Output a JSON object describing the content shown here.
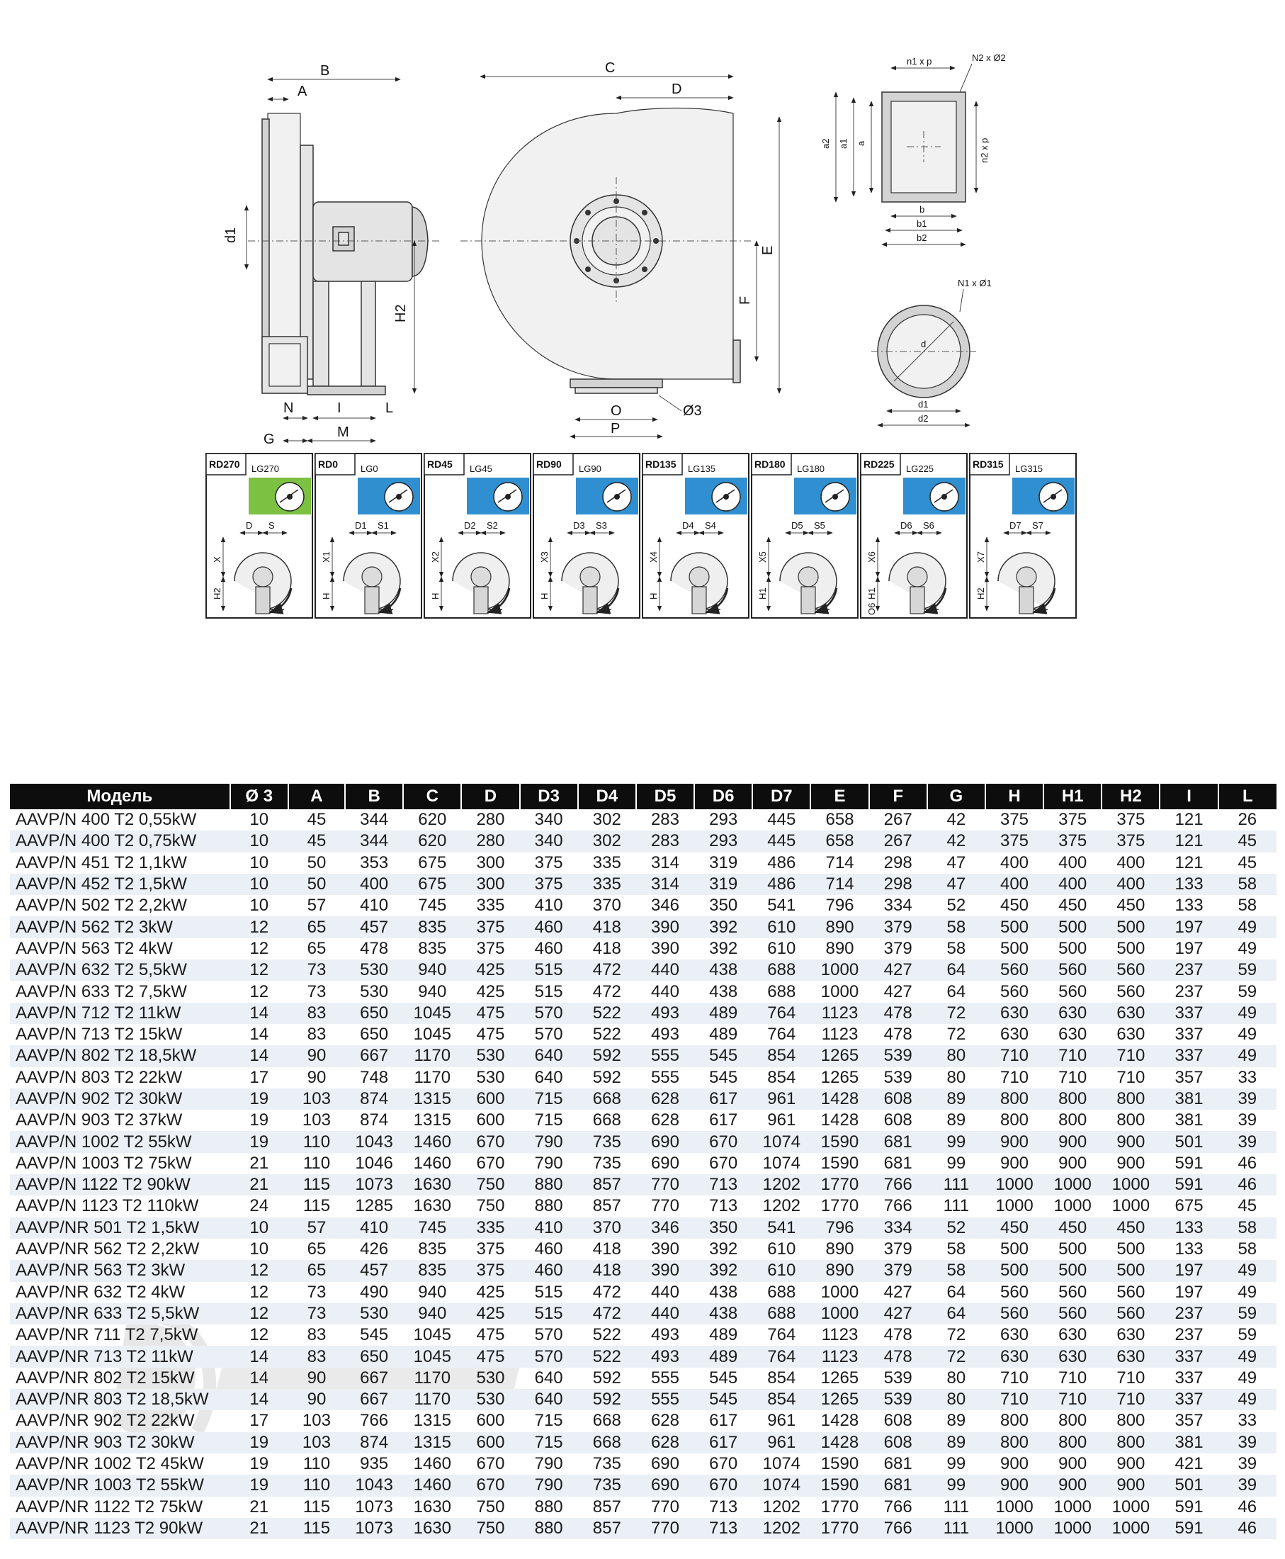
{
  "side_view": {
    "labels": [
      "B",
      "A",
      "d1",
      "H2",
      "N",
      "I",
      "L",
      "G",
      "M"
    ]
  },
  "front_view": {
    "labels": [
      "C",
      "D",
      "E",
      "F",
      "O",
      "Ø3",
      "P"
    ]
  },
  "rect_flange": {
    "labels": [
      "n1 x p",
      "N2 x Ø2",
      "a2",
      "a1",
      "a",
      "n2 x p",
      "b",
      "b1",
      "b2"
    ]
  },
  "round_flange": {
    "labels": [
      "N1 x Ø1",
      "d",
      "d1",
      "d2"
    ]
  },
  "orientations": [
    {
      "code": "RD270",
      "code2": "LG270",
      "dim_a": "D",
      "dim_b": "S",
      "v1": "X",
      "v2": "H2",
      "accent": "#7cc142"
    },
    {
      "code": "RD0",
      "code2": "LG0",
      "dim_a": "D1",
      "dim_b": "S1",
      "v1": "X1",
      "v2": "H",
      "accent": "#2f8fd0"
    },
    {
      "code": "RD45",
      "code2": "LG45",
      "dim_a": "D2",
      "dim_b": "S2",
      "v1": "X2",
      "v2": "H",
      "accent": "#2f8fd0"
    },
    {
      "code": "RD90",
      "code2": "LG90",
      "dim_a": "D3",
      "dim_b": "S3",
      "v1": "X3",
      "v2": "H",
      "accent": "#2f8fd0"
    },
    {
      "code": "RD135",
      "code2": "LG135",
      "dim_a": "D4",
      "dim_b": "S4",
      "v1": "X4",
      "v2": "H",
      "accent": "#2f8fd0"
    },
    {
      "code": "RD180",
      "code2": "LG180",
      "dim_a": "D5",
      "dim_b": "S5",
      "v1": "X5",
      "v2": "H1",
      "accent": "#2f8fd0"
    },
    {
      "code": "RD225",
      "code2": "LG225",
      "dim_a": "D6",
      "dim_b": "S6",
      "v1": "X6",
      "v2": "H1",
      "v3": "O6",
      "accent": "#2f8fd0"
    },
    {
      "code": "RD315",
      "code2": "LG315",
      "dim_a": "D7",
      "dim_b": "S7",
      "v1": "X7",
      "v2": "H2",
      "accent": "#2f8fd0"
    }
  ],
  "table": {
    "headers": [
      "Модель",
      "Ø 3",
      "A",
      "B",
      "C",
      "D",
      "D3",
      "D4",
      "D5",
      "D6",
      "D7",
      "E",
      "F",
      "G",
      "H",
      "H1",
      "H2",
      "I",
      "L"
    ],
    "rows": [
      [
        "AAVP/N 400 T2 0,55kW",
        "10",
        "45",
        "344",
        "620",
        "280",
        "340",
        "302",
        "283",
        "293",
        "445",
        "658",
        "267",
        "42",
        "375",
        "375",
        "375",
        "121",
        "26"
      ],
      [
        "AAVP/N 400 T2 0,75kW",
        "10",
        "45",
        "344",
        "620",
        "280",
        "340",
        "302",
        "283",
        "293",
        "445",
        "658",
        "267",
        "42",
        "375",
        "375",
        "375",
        "121",
        "45"
      ],
      [
        "AAVP/N 451 T2 1,1kW",
        "10",
        "50",
        "353",
        "675",
        "300",
        "375",
        "335",
        "314",
        "319",
        "486",
        "714",
        "298",
        "47",
        "400",
        "400",
        "400",
        "121",
        "45"
      ],
      [
        "AAVP/N 452 T2 1,5kW",
        "10",
        "50",
        "400",
        "675",
        "300",
        "375",
        "335",
        "314",
        "319",
        "486",
        "714",
        "298",
        "47",
        "400",
        "400",
        "400",
        "133",
        "58"
      ],
      [
        "AAVP/N 502 T2 2,2kW",
        "10",
        "57",
        "410",
        "745",
        "335",
        "410",
        "370",
        "346",
        "350",
        "541",
        "796",
        "334",
        "52",
        "450",
        "450",
        "450",
        "133",
        "58"
      ],
      [
        "AAVP/N 562 T2 3kW",
        "12",
        "65",
        "457",
        "835",
        "375",
        "460",
        "418",
        "390",
        "392",
        "610",
        "890",
        "379",
        "58",
        "500",
        "500",
        "500",
        "197",
        "49"
      ],
      [
        "AAVP/N 563 T2 4kW",
        "12",
        "65",
        "478",
        "835",
        "375",
        "460",
        "418",
        "390",
        "392",
        "610",
        "890",
        "379",
        "58",
        "500",
        "500",
        "500",
        "197",
        "49"
      ],
      [
        "AAVP/N 632 T2 5,5kW",
        "12",
        "73",
        "530",
        "940",
        "425",
        "515",
        "472",
        "440",
        "438",
        "688",
        "1000",
        "427",
        "64",
        "560",
        "560",
        "560",
        "237",
        "59"
      ],
      [
        "AAVP/N 633 T2 7,5kW",
        "12",
        "73",
        "530",
        "940",
        "425",
        "515",
        "472",
        "440",
        "438",
        "688",
        "1000",
        "427",
        "64",
        "560",
        "560",
        "560",
        "237",
        "59"
      ],
      [
        "AAVP/N 712 T2 11kW",
        "14",
        "83",
        "650",
        "1045",
        "475",
        "570",
        "522",
        "493",
        "489",
        "764",
        "1123",
        "478",
        "72",
        "630",
        "630",
        "630",
        "337",
        "49"
      ],
      [
        "AAVP/N 713 T2 15kW",
        "14",
        "83",
        "650",
        "1045",
        "475",
        "570",
        "522",
        "493",
        "489",
        "764",
        "1123",
        "478",
        "72",
        "630",
        "630",
        "630",
        "337",
        "49"
      ],
      [
        "AAVP/N 802 T2 18,5kW",
        "14",
        "90",
        "667",
        "1170",
        "530",
        "640",
        "592",
        "555",
        "545",
        "854",
        "1265",
        "539",
        "80",
        "710",
        "710",
        "710",
        "337",
        "49"
      ],
      [
        "AAVP/N 803 T2 22kW",
        "17",
        "90",
        "748",
        "1170",
        "530",
        "640",
        "592",
        "555",
        "545",
        "854",
        "1265",
        "539",
        "80",
        "710",
        "710",
        "710",
        "357",
        "33"
      ],
      [
        "AAVP/N 902 T2 30kW",
        "19",
        "103",
        "874",
        "1315",
        "600",
        "715",
        "668",
        "628",
        "617",
        "961",
        "1428",
        "608",
        "89",
        "800",
        "800",
        "800",
        "381",
        "39"
      ],
      [
        "AAVP/N 903 T2 37kW",
        "19",
        "103",
        "874",
        "1315",
        "600",
        "715",
        "668",
        "628",
        "617",
        "961",
        "1428",
        "608",
        "89",
        "800",
        "800",
        "800",
        "381",
        "39"
      ],
      [
        "AAVP/N 1002 T2 55kW",
        "19",
        "110",
        "1043",
        "1460",
        "670",
        "790",
        "735",
        "690",
        "670",
        "1074",
        "1590",
        "681",
        "99",
        "900",
        "900",
        "900",
        "501",
        "39"
      ],
      [
        "AAVP/N 1003 T2 75kW",
        "21",
        "110",
        "1046",
        "1460",
        "670",
        "790",
        "735",
        "690",
        "670",
        "1074",
        "1590",
        "681",
        "99",
        "900",
        "900",
        "900",
        "591",
        "46"
      ],
      [
        "AAVP/N 1122 T2 90kW",
        "21",
        "115",
        "1073",
        "1630",
        "750",
        "880",
        "857",
        "770",
        "713",
        "1202",
        "1770",
        "766",
        "111",
        "1000",
        "1000",
        "1000",
        "591",
        "46"
      ],
      [
        "AAVP/N 1123 T2 110kW",
        "24",
        "115",
        "1285",
        "1630",
        "750",
        "880",
        "857",
        "770",
        "713",
        "1202",
        "1770",
        "766",
        "111",
        "1000",
        "1000",
        "1000",
        "675",
        "45"
      ],
      [
        "AAVP/NR 501 T2 1,5kW",
        "10",
        "57",
        "410",
        "745",
        "335",
        "410",
        "370",
        "346",
        "350",
        "541",
        "796",
        "334",
        "52",
        "450",
        "450",
        "450",
        "133",
        "58"
      ],
      [
        "AAVP/NR 562 T2 2,2kW",
        "10",
        "65",
        "426",
        "835",
        "375",
        "460",
        "418",
        "390",
        "392",
        "610",
        "890",
        "379",
        "58",
        "500",
        "500",
        "500",
        "133",
        "58"
      ],
      [
        "AAVP/NR 563 T2 3kW",
        "12",
        "65",
        "457",
        "835",
        "375",
        "460",
        "418",
        "390",
        "392",
        "610",
        "890",
        "379",
        "58",
        "500",
        "500",
        "500",
        "197",
        "49"
      ],
      [
        "AAVP/NR 632 T2 4kW",
        "12",
        "73",
        "490",
        "940",
        "425",
        "515",
        "472",
        "440",
        "438",
        "688",
        "1000",
        "427",
        "64",
        "560",
        "560",
        "560",
        "197",
        "49"
      ],
      [
        "AAVP/NR 633 T2 5,5kW",
        "12",
        "73",
        "530",
        "940",
        "425",
        "515",
        "472",
        "440",
        "438",
        "688",
        "1000",
        "427",
        "64",
        "560",
        "560",
        "560",
        "237",
        "59"
      ],
      [
        "AAVP/NR 711 T2 7,5kW",
        "12",
        "83",
        "545",
        "1045",
        "475",
        "570",
        "522",
        "493",
        "489",
        "764",
        "1123",
        "478",
        "72",
        "630",
        "630",
        "630",
        "237",
        "59"
      ],
      [
        "AAVP/NR 713 T2 11kW",
        "14",
        "83",
        "650",
        "1045",
        "475",
        "570",
        "522",
        "493",
        "489",
        "764",
        "1123",
        "478",
        "72",
        "630",
        "630",
        "630",
        "337",
        "49"
      ],
      [
        "AAVP/NR 802 T2 15kW",
        "14",
        "90",
        "667",
        "1170",
        "530",
        "640",
        "592",
        "555",
        "545",
        "854",
        "1265",
        "539",
        "80",
        "710",
        "710",
        "710",
        "337",
        "49"
      ],
      [
        "AAVP/NR 803 T2 18,5kW",
        "14",
        "90",
        "667",
        "1170",
        "530",
        "640",
        "592",
        "555",
        "545",
        "854",
        "1265",
        "539",
        "80",
        "710",
        "710",
        "710",
        "337",
        "49"
      ],
      [
        "AAVP/NR 902 T2 22kW",
        "17",
        "103",
        "766",
        "1315",
        "600",
        "715",
        "668",
        "628",
        "617",
        "961",
        "1428",
        "608",
        "89",
        "800",
        "800",
        "800",
        "357",
        "33"
      ],
      [
        "AAVP/NR 903 T2 30kW",
        "19",
        "103",
        "874",
        "1315",
        "600",
        "715",
        "668",
        "628",
        "617",
        "961",
        "1428",
        "608",
        "89",
        "800",
        "800",
        "800",
        "381",
        "39"
      ],
      [
        "AAVP/NR 1002 T2 45kW",
        "19",
        "110",
        "935",
        "1460",
        "670",
        "790",
        "735",
        "690",
        "670",
        "1074",
        "1590",
        "681",
        "99",
        "900",
        "900",
        "900",
        "421",
        "39"
      ],
      [
        "AAVP/NR 1003 T2 55kW",
        "19",
        "110",
        "1043",
        "1460",
        "670",
        "790",
        "735",
        "690",
        "670",
        "1074",
        "1590",
        "681",
        "99",
        "900",
        "900",
        "900",
        "501",
        "39"
      ],
      [
        "AAVP/NR 1122 T2 75kW",
        "21",
        "115",
        "1073",
        "1630",
        "750",
        "880",
        "857",
        "770",
        "713",
        "1202",
        "1770",
        "766",
        "111",
        "1000",
        "1000",
        "1000",
        "591",
        "46"
      ],
      [
        "AAVP/NR 1123 T2 90kW",
        "21",
        "115",
        "1073",
        "1630",
        "750",
        "880",
        "857",
        "770",
        "713",
        "1202",
        "1770",
        "766",
        "111",
        "1000",
        "1000",
        "1000",
        "591",
        "46"
      ]
    ]
  },
  "colors": {
    "header_bg": "#0d0d0d",
    "stripe": "#eaf0f5",
    "green_accent": "#7cc142",
    "blue_accent": "#2f8fd0"
  }
}
